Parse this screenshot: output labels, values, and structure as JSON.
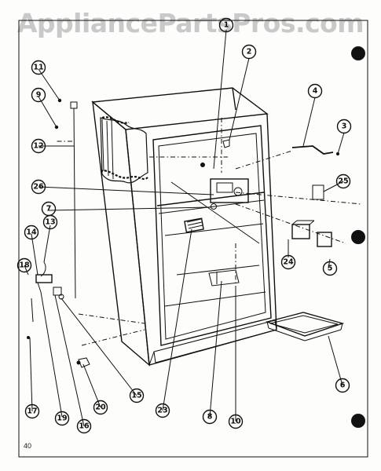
{
  "watermark": "AppliancePartsPros.com",
  "page_number": "40",
  "callouts": {
    "c1": "1",
    "c2": "2",
    "c3": "3",
    "c4": "4",
    "c5": "5",
    "c6": "6",
    "c7": "7",
    "c8": "8",
    "c9": "9",
    "c10": "10",
    "c11": "11",
    "c12": "12",
    "c13": "13",
    "c14": "14",
    "c15": "15",
    "c16": "16",
    "c17": "17",
    "c18": "18",
    "c19": "19",
    "c20": "20",
    "c23": "23",
    "c24": "24",
    "c25": "25",
    "c26": "26"
  },
  "colors": {
    "ink": "#111111",
    "paper": "#fdfdfb",
    "watermark": "#c9c9c9"
  }
}
